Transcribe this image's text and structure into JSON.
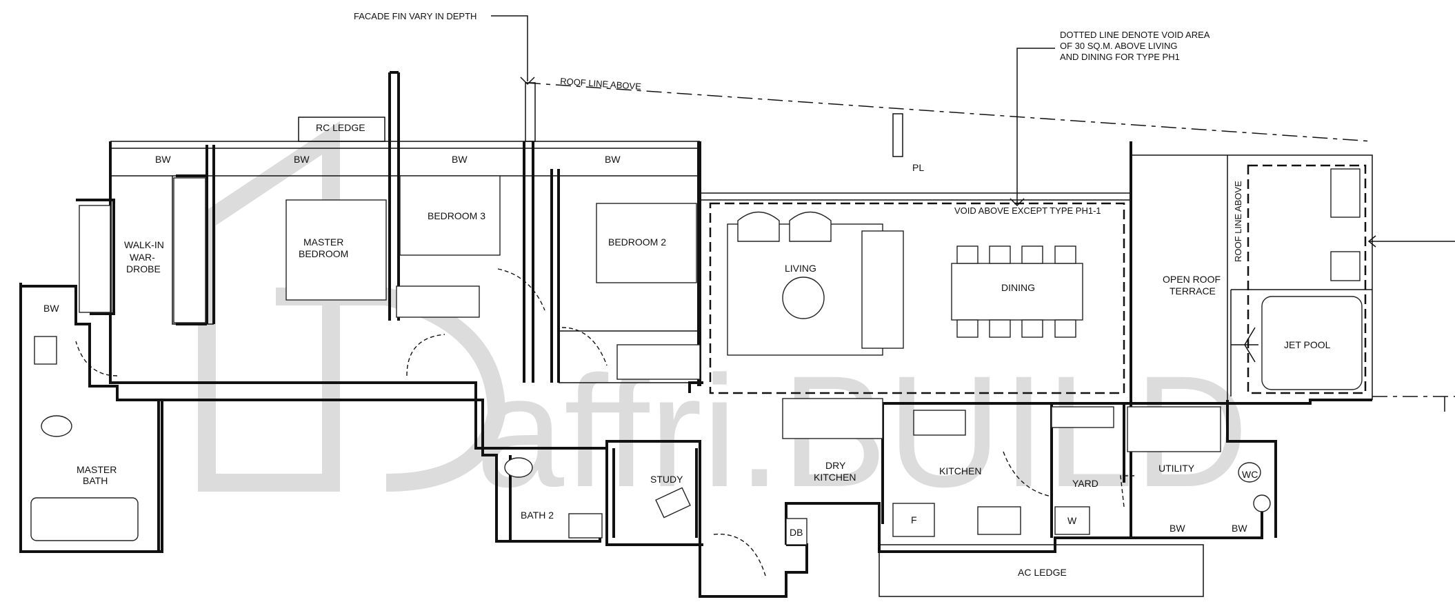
{
  "watermark": "affri.BUILD",
  "notes": {
    "facade_fin": "FACADE FIN VARY IN DEPTH",
    "roof_line_above": "ROOF LINE ABOVE",
    "roof_line_above_vertical": "ROOF LINE ABOVE",
    "void_note_line1": "DOTTED LINE DENOTE VOID AREA",
    "void_note_line2": "OF 30 SQ.M. ABOVE LIVING",
    "void_note_line3": "AND DINING FOR TYPE PH1",
    "void_above": "VOID ABOVE EXCEPT TYPE PH1-1",
    "rc_ledge": "RC LEDGE",
    "pl": "PL",
    "ac_ledge": "AC LEDGE"
  },
  "rooms": {
    "bw_1": "BW",
    "bw_2": "BW",
    "bw_3": "BW",
    "bw_4": "BW",
    "bw_5": "BW",
    "bw_6": "BW",
    "bw_7": "BW",
    "walk_in_line1": "WALK-IN",
    "walk_in_line2": "WAR-",
    "walk_in_line3": "DROBE",
    "master_bedroom_line1": "MASTER",
    "master_bedroom_line2": "BEDROOM",
    "bedroom3": "BEDROOM 3",
    "bedroom2": "BEDROOM 2",
    "living": "LIVING",
    "dining": "DINING",
    "open_roof_line1": "OPEN ROOF",
    "open_roof_line2": "TERRACE",
    "jet_pool": "JET POOL",
    "master_bath_line1": "MASTER",
    "master_bath_line2": "BATH",
    "bath2": "BATH 2",
    "study": "STUDY",
    "dry_kitchen_line1": "DRY",
    "dry_kitchen_line2": "KITCHEN",
    "kitchen": "KITCHEN",
    "yard": "YARD",
    "utility": "UTILITY",
    "wc": "WC",
    "db": "DB",
    "fridge": "F",
    "washer": "W"
  }
}
